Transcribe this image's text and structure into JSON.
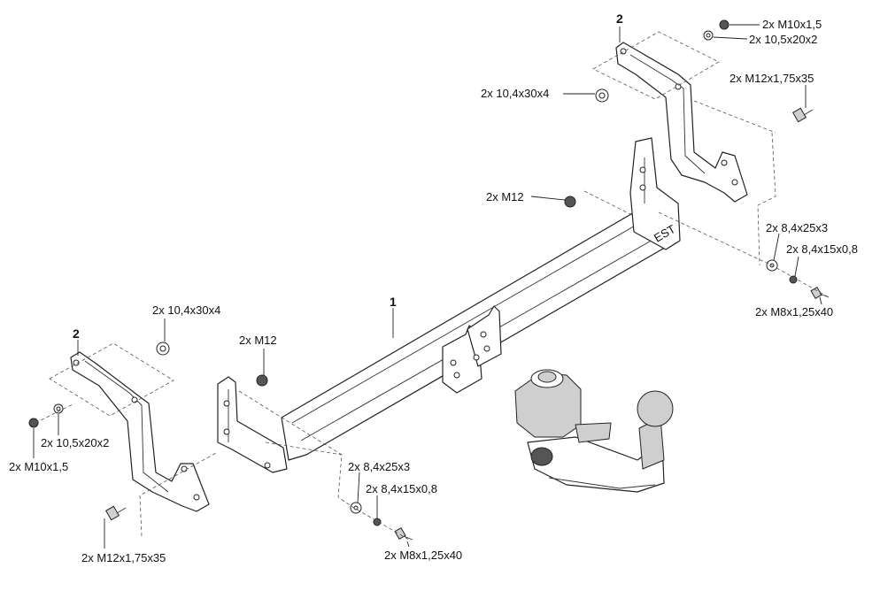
{
  "parts": {
    "main_bar_number": "1",
    "bracket_right_number": "2",
    "bracket_left_number": "2"
  },
  "labels": {
    "nut_m10_right": "2x M10x1,5",
    "washer_10_5_right": "2x 10,5x20x2",
    "bolt_m12_right": "2x M12x1,75x35",
    "washer_10_4_right": "2x 10,4x30x4",
    "nut_m12_right": "2x M12",
    "washer_8_4x25_right": "2x 8,4x25x3",
    "washer_8_4x15_right": "2x 8,4x15x0,8",
    "bolt_m8_right": "2x M8x1,25x40",
    "washer_10_4_left": "2x 10,4x30x4",
    "nut_m12_left": "2x M12",
    "washer_10_5_left": "2x 10,5x20x2",
    "nut_m10_left": "2x M10x1,5",
    "washer_8_4x25_left": "2x 8,4x25x3",
    "washer_8_4x15_left": "2x 8,4x15x0,8",
    "bolt_m8_left": "2x M8x1,25x40",
    "bolt_m12_left": "2x M12x1,75x35"
  }
}
